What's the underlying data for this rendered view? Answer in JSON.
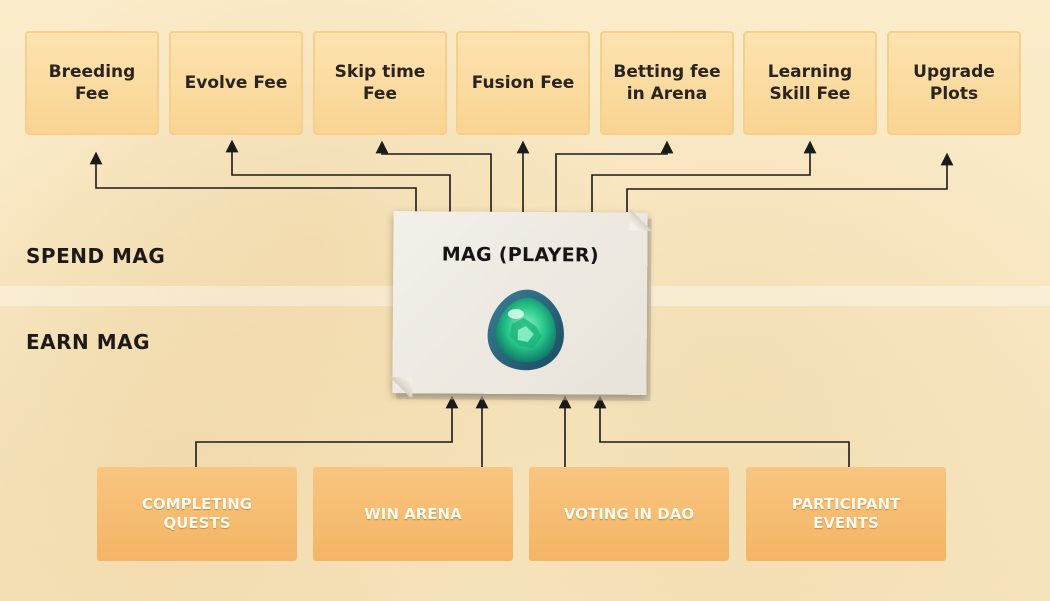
{
  "spend": {
    "label": "SPEND MAG",
    "items": [
      {
        "label": "Breeding Fee"
      },
      {
        "label": "Evolve Fee"
      },
      {
        "label": "Skip time Fee"
      },
      {
        "label": "Fusion Fee"
      },
      {
        "label": "Betting fee in Arena"
      },
      {
        "label": "Learning Skill Fee"
      },
      {
        "label": "Upgrade Plots"
      }
    ]
  },
  "earn": {
    "label": "EARN MAG",
    "items": [
      {
        "label": "COMPLETING QUESTS"
      },
      {
        "label": "WIN ARENA"
      },
      {
        "label": "VOTING IN DAO"
      },
      {
        "label": "PARTICIPANT EVENTS"
      }
    ]
  },
  "center": {
    "title": "MAG (PLAYER)",
    "icon": "green-gem-icon"
  },
  "colors": {
    "top_box": "#fbdca3",
    "bottom_box": "#f6bb6e",
    "background": "#f9e8c4",
    "card": "#efebe4",
    "gem": "#3ddc9a"
  }
}
